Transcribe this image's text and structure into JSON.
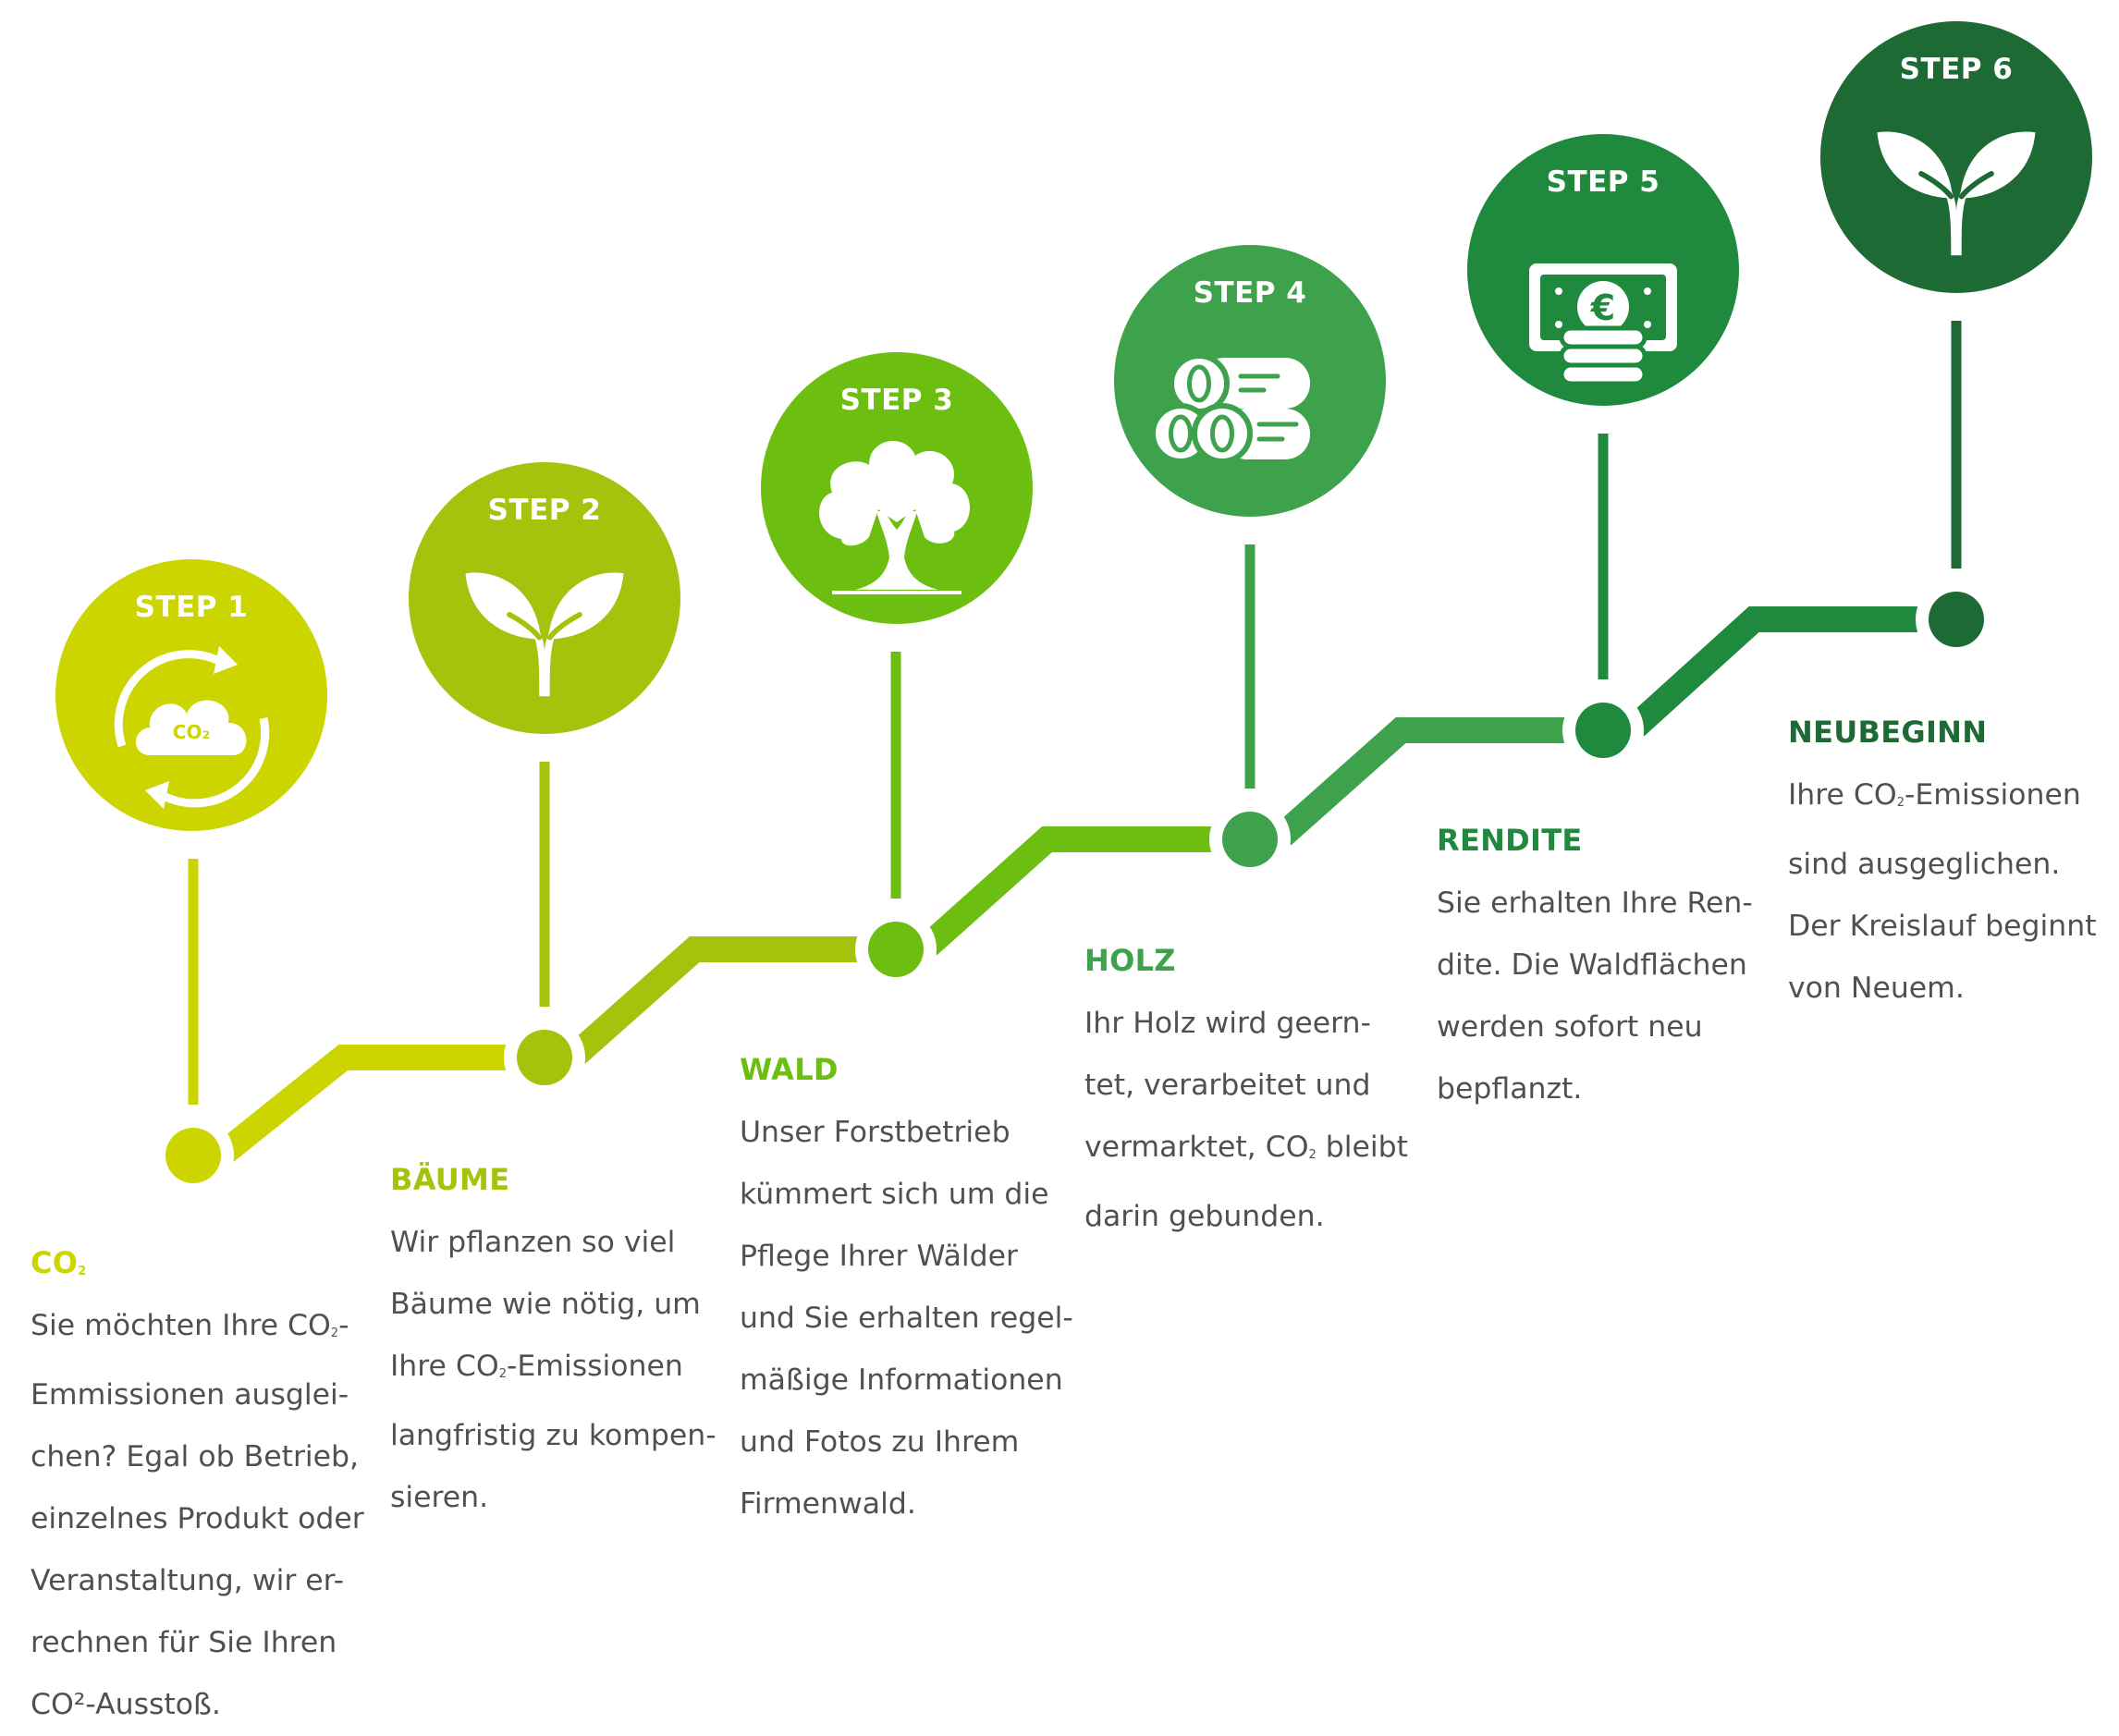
{
  "colors": {
    "step1": "#cdd500",
    "step2": "#a6c20d",
    "step3": "#6cbf10",
    "step4": "#3ea14c",
    "step5": "#1f8a3e",
    "step6": "#1d6a35",
    "text": "#505050"
  },
  "steps": [
    {
      "label": "STEP 1",
      "icon": "co2-cycle-icon",
      "icon_text": "CO₂",
      "title": "CO₂",
      "lines": [
        "Sie möchten Ihre CO₂-",
        "Emmissionen ausglei-",
        "chen? Egal ob Betrieb,",
        "einzelnes Produkt oder",
        "Veranstaltung, wir er-",
        "rechnen für Sie Ihren",
        "CO²-Ausstoß."
      ]
    },
    {
      "label": "STEP 2",
      "icon": "sprout-icon",
      "title": "BÄUME",
      "lines": [
        "Wir pflanzen so viel",
        "Bäume wie nötig, um",
        "Ihre CO₂-Emissionen",
        "langfristig zu kompen-",
        "sieren."
      ]
    },
    {
      "label": "STEP 3",
      "icon": "tree-icon",
      "title": "WALD",
      "lines": [
        "Unser Forstbetrieb",
        "kümmert sich um die",
        "Pflege Ihrer Wälder",
        "und Sie erhalten regel-",
        "mäßige Informationen",
        "und Fotos zu Ihrem",
        "Firmenwald."
      ]
    },
    {
      "label": "STEP 4",
      "icon": "logs-icon",
      "title": "HOLZ",
      "lines": [
        "Ihr Holz wird geern-",
        "tet, verarbeitet und",
        "vermarktet, CO₂ bleibt",
        "darin gebunden."
      ]
    },
    {
      "label": "STEP 5",
      "icon": "money-euro-icon",
      "title": "RENDITE",
      "lines": [
        "Sie erhalten Ihre Ren-",
        "dite. Die Waldflächen",
        "werden sofort neu",
        "bepflanzt."
      ]
    },
    {
      "label": "STEP 6",
      "icon": "sprout-icon",
      "title": "NEUBEGINN",
      "lines": [
        "Ihre CO₂-Emissionen",
        "sind ausgeglichen.",
        "Der Kreislauf beginnt",
        "von Neuem."
      ]
    }
  ]
}
